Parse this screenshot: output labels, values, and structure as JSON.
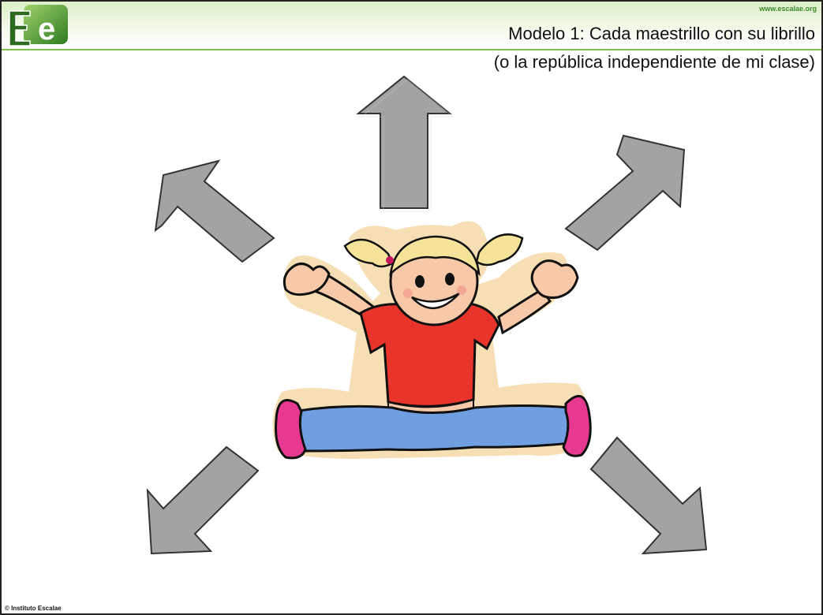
{
  "header": {
    "logo_text": "Ee",
    "url": "www.escalae.org",
    "title_line1": "Modelo 1: Cada maestrillo con su librillo",
    "title_line2": "(o la república independiente  de mi clase)"
  },
  "footer": {
    "copyright": "© Instituto   Escalae"
  },
  "colors": {
    "header_green": "#7fbf4d",
    "arrow_fill": "#a3a3a3",
    "shirt_red": "#e8342a",
    "pants_blue": "#6f9fe0",
    "shoe_pink": "#e6398f"
  },
  "illustration": {
    "subject": "girl-jumping-icon",
    "arrows": [
      "arrow-up-icon",
      "arrow-up-left-icon",
      "arrow-up-right-icon",
      "arrow-down-left-icon",
      "arrow-down-right-icon"
    ]
  }
}
